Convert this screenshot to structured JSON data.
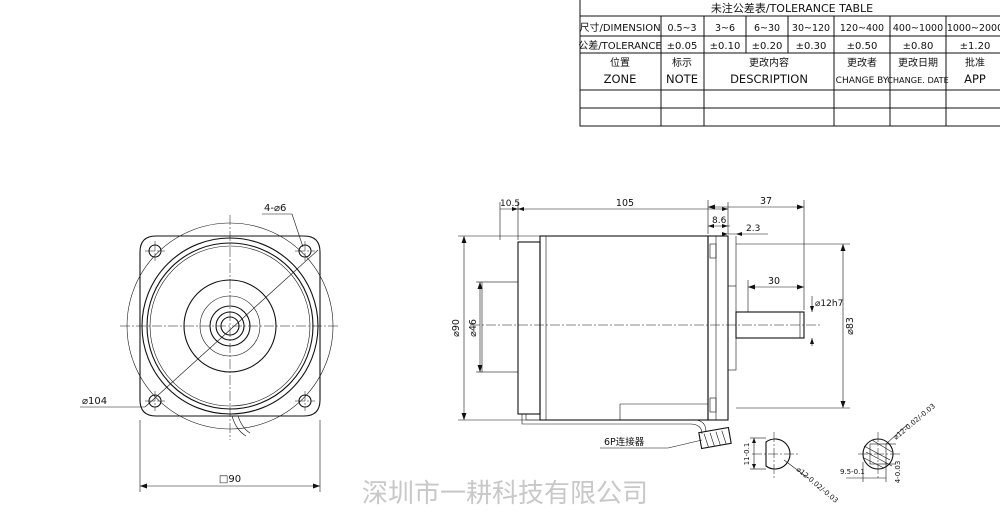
{
  "tolerance_table": {
    "title": "未注公差表/TOLERANCE TABLE",
    "dimension_label": "尺寸/DIMENSION",
    "tolerance_label": "公差/TOLERANCE",
    "ranges": [
      "0.5~3",
      "3~6",
      "6~30",
      "30~120",
      "120~400",
      "400~1000",
      "1000~2000"
    ],
    "tolerances": [
      "±0.05",
      "±0.10",
      "±0.20",
      "±0.30",
      "±0.50",
      "±0.80",
      "±1.20"
    ],
    "headers": [
      {
        "cn": "位置",
        "en": "ZONE"
      },
      {
        "cn": "标示",
        "en": "NOTE"
      },
      {
        "cn": "更改内容",
        "en": "DESCRIPTION"
      },
      {
        "cn": "更改者",
        "en": "CHANGE BY"
      },
      {
        "cn": "更改日期",
        "en": "CHANGE. DATE"
      },
      {
        "cn": "批准",
        "en": "APP"
      }
    ]
  },
  "front_view": {
    "holes_label": "4-⌀6",
    "diameter_label": "⌀104",
    "square_label": "□90"
  },
  "side_view": {
    "dim_10_5": "10.5",
    "dim_105": "105",
    "dim_37": "37",
    "dim_8_6": "8.6",
    "dim_2_3": "2.3",
    "dim_30": "30",
    "shaft_label": "⌀12h7",
    "dim_phi83": "⌀83",
    "dim_phi90": "⌀90",
    "dim_phi46": "⌀46",
    "connector_label": "6P连接器"
  },
  "shaft_sections": {
    "left": {
      "height": "11-0.1",
      "diameter": "⌀12-0.02/-0.03"
    },
    "right": {
      "diameter": "⌀12-0.02/-0.03",
      "width": "9.5-0.1",
      "key": "4-0.03"
    }
  },
  "watermark": "深圳市一耕科技有限公司"
}
